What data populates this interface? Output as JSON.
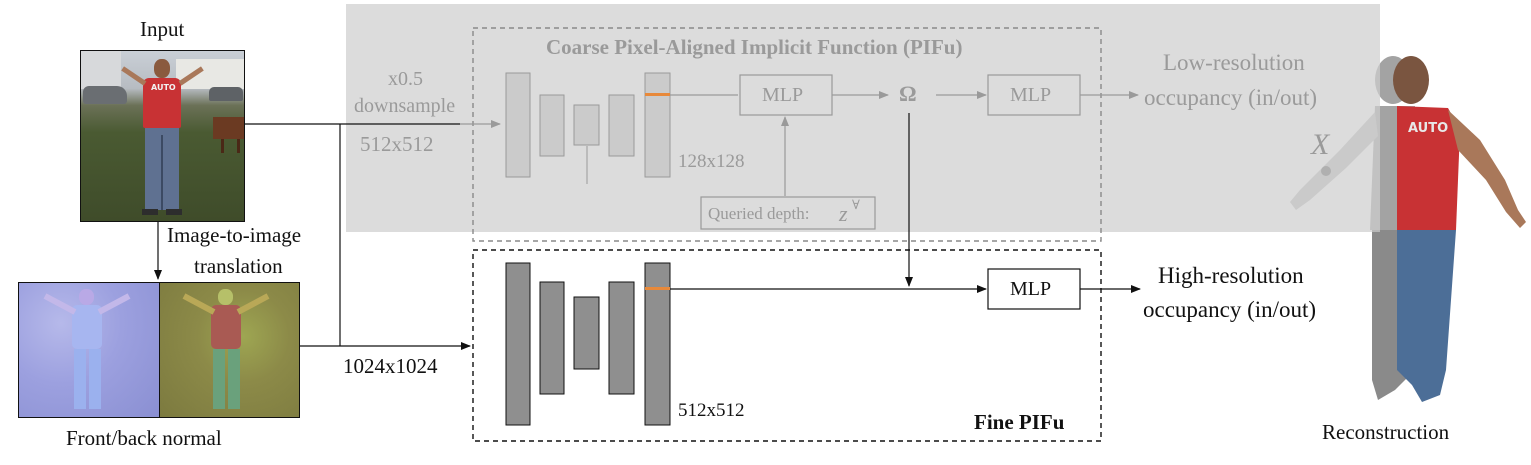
{
  "labels": {
    "input": "Input",
    "img2img_line1": "Image-to-image",
    "img2img_line2": "translation",
    "front_back_normal": "Front/back normal",
    "reconstruction": "Reconstruction",
    "downsample_line1": "x0.5",
    "downsample_line2": "downsample",
    "res_512_coarse": "512x512",
    "res_1024": "1024x1024",
    "coarse_title": "Coarse Pixel-Aligned Implicit Function (PIFu)",
    "fine_title": "Fine PIFu",
    "feat_128": "128x128",
    "feat_512": "512x512",
    "mlp": "MLP",
    "omega": "Ω",
    "queried_depth": "Queried depth:",
    "z_symbol": "z",
    "z_superscript": "∀",
    "low_res_line1": "Low-resolution",
    "low_res_line2": "occupancy (in/out)",
    "high_res_line1": "High-resolution",
    "high_res_line2": "occupancy (in/out)",
    "x_point": "X",
    "shirt_text": "AUTO"
  },
  "colors": {
    "coarse_region_bg": "#dcdcdc",
    "block_fill_fine": "#8f8f8f",
    "block_fill_coarse": "#cbcbcb",
    "highlight_orange": "#e8893a",
    "grey_text": "#9a9a9a",
    "shirt_red": "#c83234",
    "jeans_blue": "#5f7191",
    "skin": "#a9785a",
    "grass_green": "#4a5a32",
    "normal_front": "#9fa3df",
    "normal_back": "#8f9a4c"
  }
}
